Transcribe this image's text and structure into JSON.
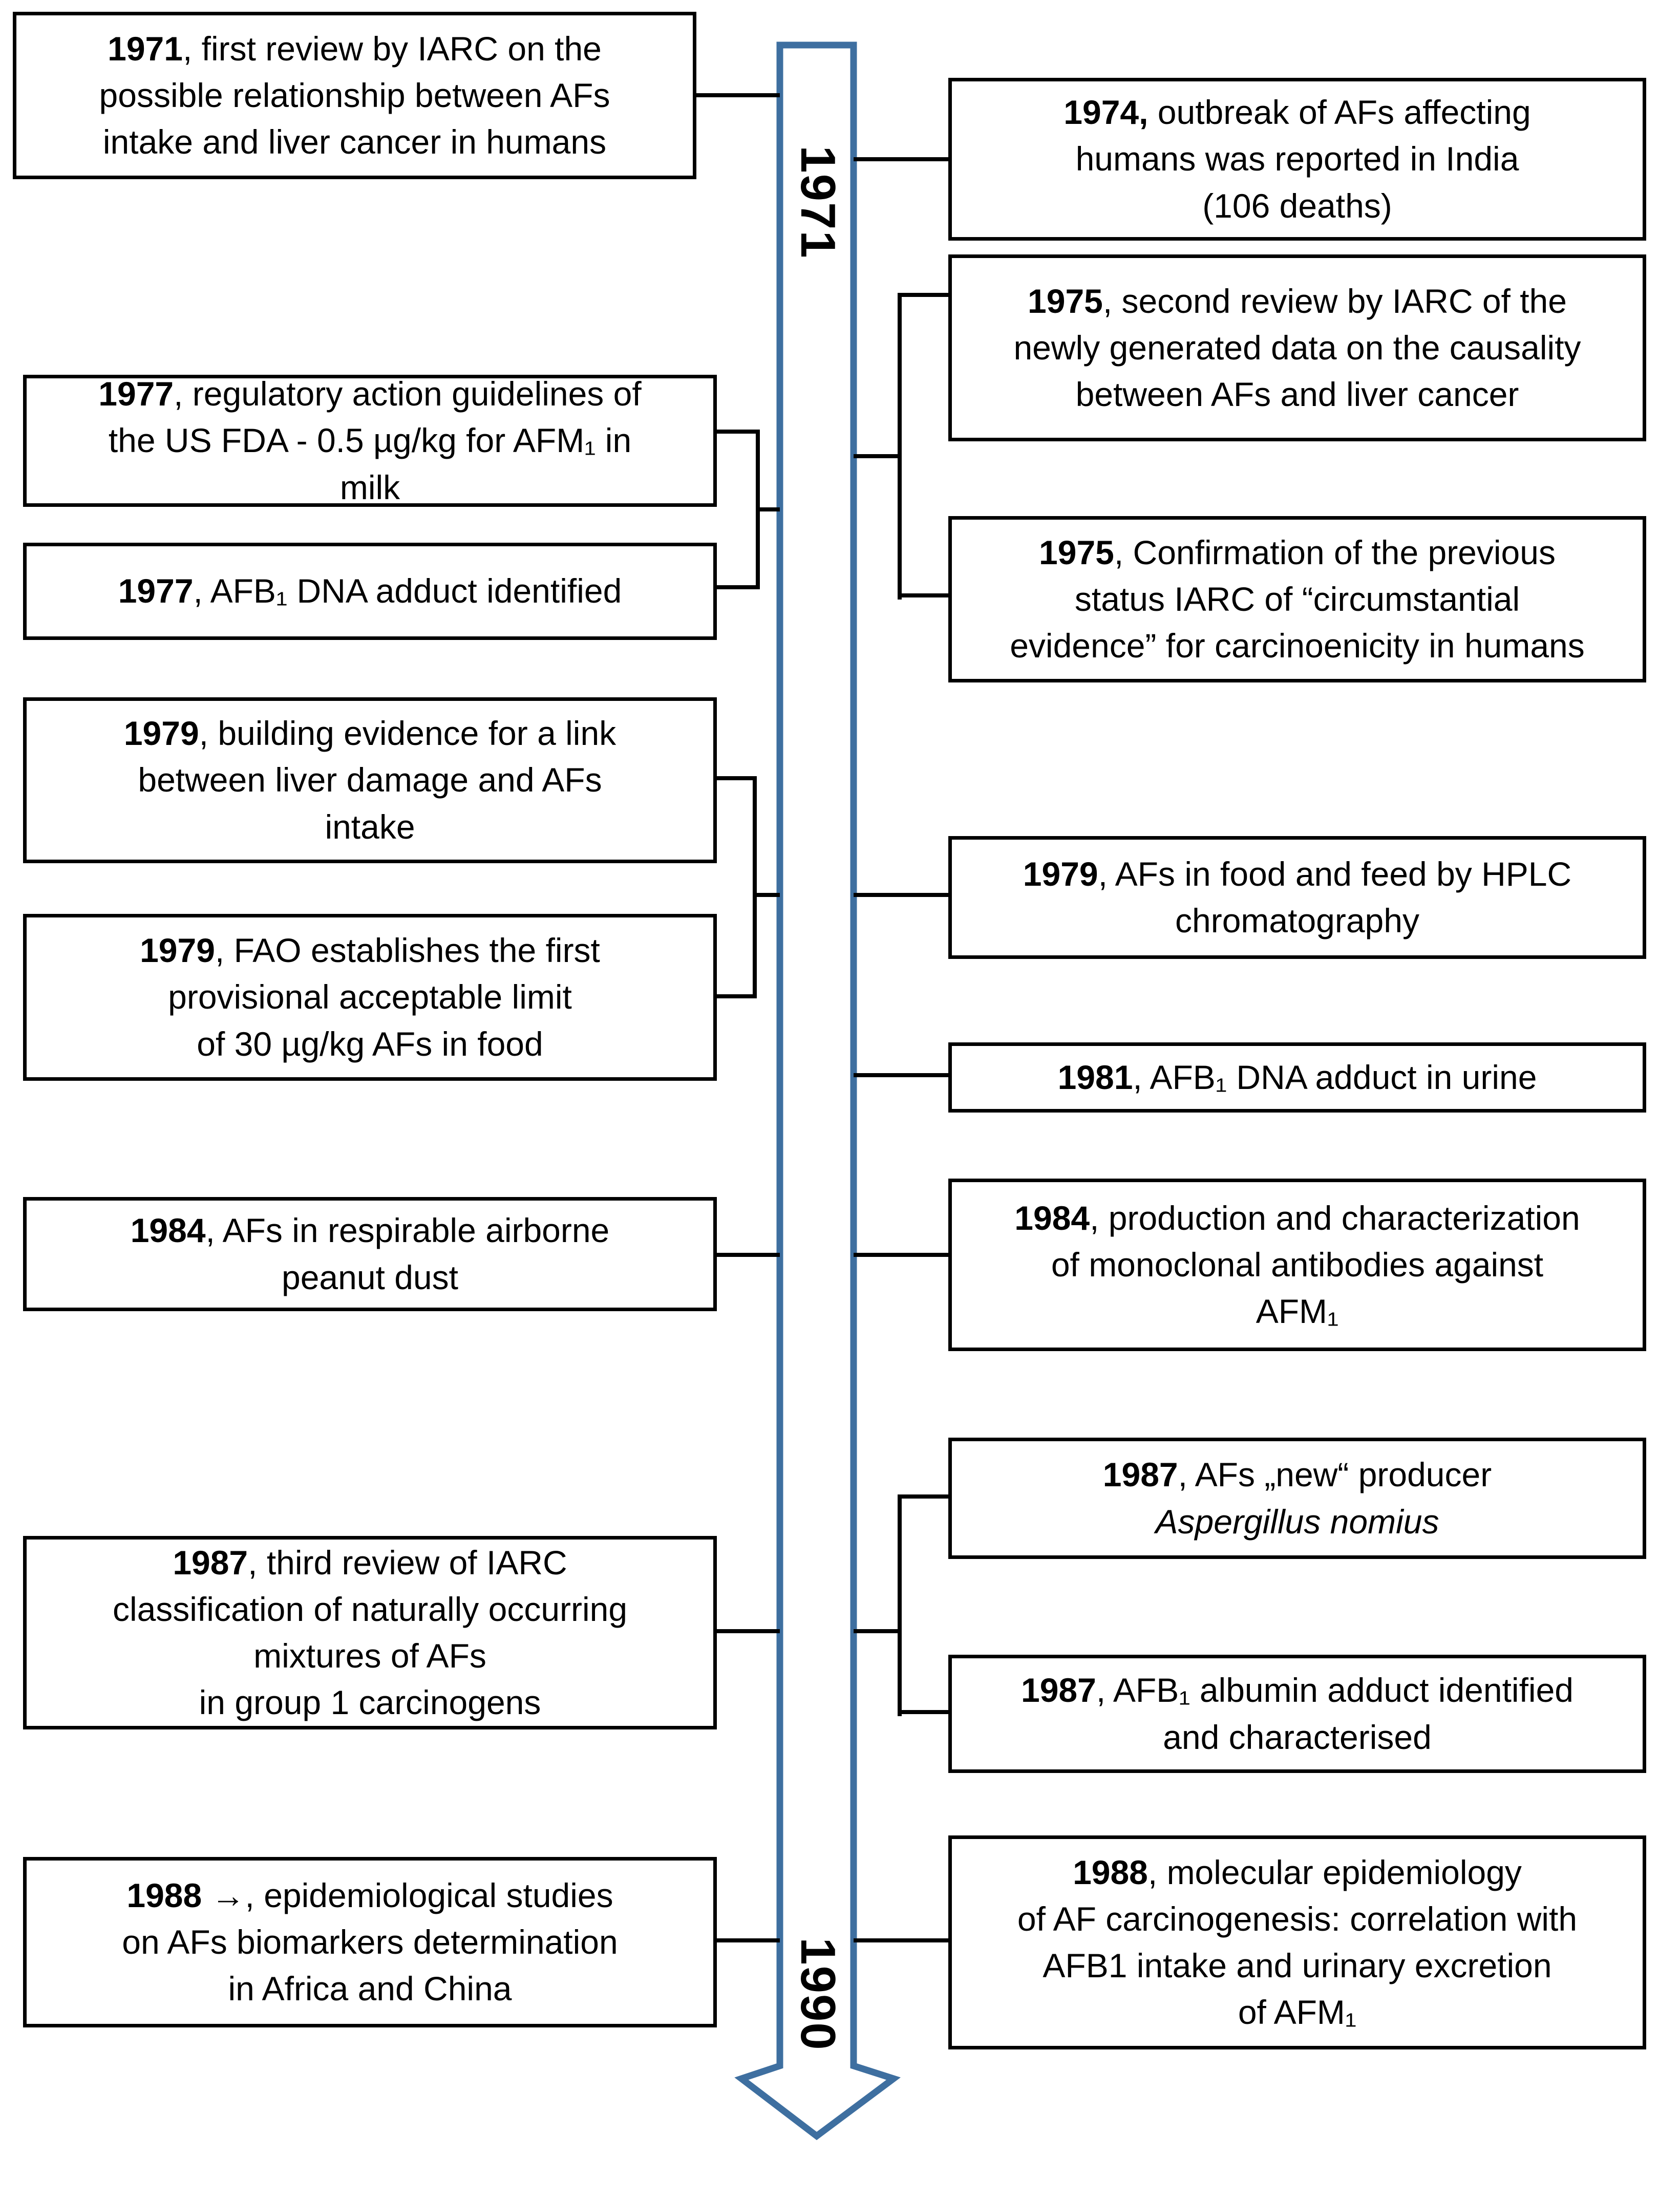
{
  "timeline": {
    "start_year": "1971",
    "end_year": "1990",
    "arrow_border_color": "#3E6FA0",
    "arrow_fill": "#FFFFFF",
    "connector_color": "#000000"
  },
  "boxes": {
    "l1971": {
      "year": "1971",
      "rest": ", first review by IARC on the",
      "lines": [
        "possible relationship between AFs",
        "intake and liver cancer in humans"
      ]
    },
    "l1977a": {
      "year": "1977",
      "rest": ", regulatory action guidelines of",
      "lines": [
        "the US FDA - 0.5 µg/kg for AFM₁ in",
        "milk"
      ]
    },
    "l1977b": {
      "year": "1977",
      "rest": ", AFB₁ DNA adduct identified",
      "lines": []
    },
    "l1979a": {
      "year": "1979",
      "rest": ", building evidence for a link",
      "lines": [
        "between liver damage and AFs",
        "intake"
      ]
    },
    "l1979b": {
      "year": "1979",
      "rest": ", FAO establishes the first",
      "lines": [
        "provisional acceptable limit",
        "of 30 µg/kg AFs in food"
      ]
    },
    "l1984": {
      "year": "1984",
      "rest": ", AFs in respirable airborne",
      "lines": [
        "peanut dust"
      ]
    },
    "l1987": {
      "year": "1987",
      "rest": ", third review of IARC",
      "lines": [
        "classification of naturally occurring",
        "mixtures of AFs",
        "in group 1 carcinogens"
      ]
    },
    "l1988": {
      "year": "1988",
      "rest": " →, epidemiological studies",
      "lines": [
        "on AFs biomarkers determination",
        "in Africa and China"
      ]
    },
    "r1974": {
      "year": "1974,",
      "rest": " outbreak of AFs affecting",
      "lines": [
        "humans was reported in India",
        "(106 deaths)"
      ]
    },
    "r1975a": {
      "year": "1975",
      "rest": ", second review by IARC of the",
      "lines": [
        "newly generated data on the causality",
        "between AFs and liver cancer"
      ]
    },
    "r1975b": {
      "year": "1975",
      "rest": ", Confirmation of the previous",
      "lines": [
        "status IARC of “circumstantial",
        "evidence” for carcinoenicity in humans"
      ]
    },
    "r1979": {
      "year": "1979",
      "rest": ", AFs in food and feed by HPLC",
      "lines": [
        "chromatography"
      ]
    },
    "r1981": {
      "year": "1981",
      "rest": ", AFB₁ DNA adduct in urine",
      "lines": []
    },
    "r1984": {
      "year": "1984",
      "rest": ", production and characterization",
      "lines": [
        "of monoclonal antibodies against",
        "AFM₁"
      ]
    },
    "r1987a": {
      "year": "1987",
      "rest": ", AFs „new“ producer",
      "lines": [
        "Aspergillus nomius"
      ]
    },
    "r1987b": {
      "year": "1987",
      "rest": ", AFB₁ albumin adduct identified",
      "lines": [
        "and characterised"
      ]
    },
    "r1988": {
      "year": "1988",
      "rest": ", molecular epidemiology",
      "lines": [
        "of AF carcinogenesis: correlation with",
        "AFB1 intake and urinary excretion",
        "of AFM₁"
      ]
    }
  }
}
